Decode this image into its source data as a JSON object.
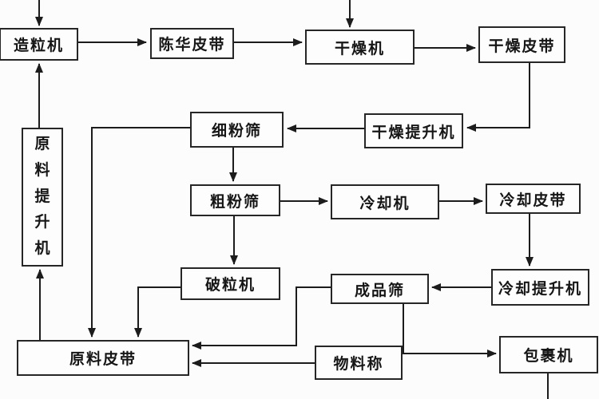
{
  "diagram": {
    "type": "flowchart",
    "language": "zh-CN",
    "colors": {
      "background": "#fcfcfc",
      "box_border": "#262626",
      "line": "#1c1c1c",
      "text": "#161616"
    },
    "nodes": [
      {
        "id": "granulator",
        "label": "造粒机"
      },
      {
        "id": "aging-belt",
        "label": "陈华皮带"
      },
      {
        "id": "dryer",
        "label": "干燥机"
      },
      {
        "id": "dryer-belt",
        "label": "干燥皮带"
      },
      {
        "id": "fine-sieve",
        "label": "细粉筛"
      },
      {
        "id": "dryer-elevator",
        "label": "干燥提升机"
      },
      {
        "id": "coarse-sieve",
        "label": "粗粉筛"
      },
      {
        "id": "cooler",
        "label": "冷却机"
      },
      {
        "id": "cooling-belt",
        "label": "冷却皮带"
      },
      {
        "id": "raw-material-elevator",
        "label": "原料提升机"
      },
      {
        "id": "crusher",
        "label": "破粒机"
      },
      {
        "id": "product-sieve",
        "label": "成品筛"
      },
      {
        "id": "cooling-elevator",
        "label": "冷却提升机"
      },
      {
        "id": "raw-material-belt",
        "label": "原料皮带"
      },
      {
        "id": "material-scale",
        "label": "物料称"
      },
      {
        "id": "wrapping-machine",
        "label": "包裹机"
      }
    ],
    "edges": [
      {
        "from": "offscreen-top",
        "to": "granulator"
      },
      {
        "from": "granulator",
        "to": "aging-belt"
      },
      {
        "from": "aging-belt",
        "to": "dryer"
      },
      {
        "from": "offscreen-top",
        "to": "dryer"
      },
      {
        "from": "dryer",
        "to": "dryer-belt"
      },
      {
        "from": "dryer-belt",
        "to": "dryer-elevator"
      },
      {
        "from": "dryer-elevator",
        "to": "fine-sieve"
      },
      {
        "from": "fine-sieve",
        "to": "coarse-sieve"
      },
      {
        "from": "fine-sieve",
        "to": "raw-material-belt"
      },
      {
        "from": "coarse-sieve",
        "to": "cooler"
      },
      {
        "from": "coarse-sieve",
        "to": "crusher"
      },
      {
        "from": "cooler",
        "to": "cooling-belt"
      },
      {
        "from": "cooling-belt",
        "to": "cooling-elevator"
      },
      {
        "from": "cooling-elevator",
        "to": "product-sieve"
      },
      {
        "from": "product-sieve",
        "to": "raw-material-belt"
      },
      {
        "from": "crusher",
        "to": "raw-material-belt"
      },
      {
        "from": "raw-material-belt",
        "to": "raw-material-elevator"
      },
      {
        "from": "raw-material-elevator",
        "to": "granulator"
      },
      {
        "from": "product-sieve",
        "to": "wrapping-machine"
      },
      {
        "from": "material-scale",
        "to": "raw-material-belt"
      },
      {
        "from": "wrapping-machine",
        "to": "offscreen-bottom"
      }
    ]
  }
}
